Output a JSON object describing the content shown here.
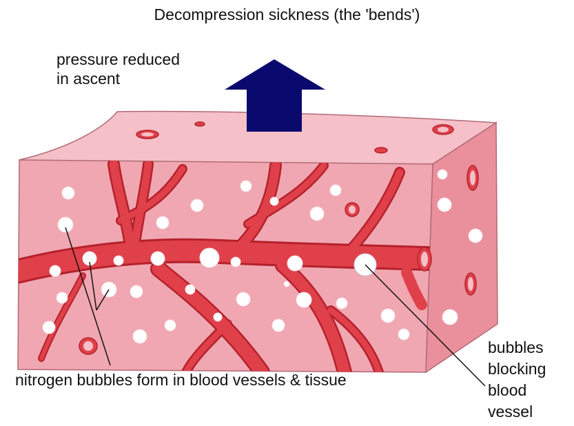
{
  "title": "Decompression sickness (the 'bends')",
  "ascent_label": [
    "pressure reduced",
    "in ascent"
  ],
  "bubbles_label": "nitrogen bubbles form in blood vessels & tissue",
  "blocking_label": [
    "bubbles",
    "blocking",
    "blood",
    "vessel"
  ],
  "colors": {
    "tissue_front": "#f0a7b1",
    "tissue_top": "#f5c0c7",
    "tissue_side": "#e9909c",
    "vessel": "#e0404a",
    "vessel_dark": "#b5212c",
    "arrow": "#0a0a6e",
    "bubble": "#ffffff"
  }
}
